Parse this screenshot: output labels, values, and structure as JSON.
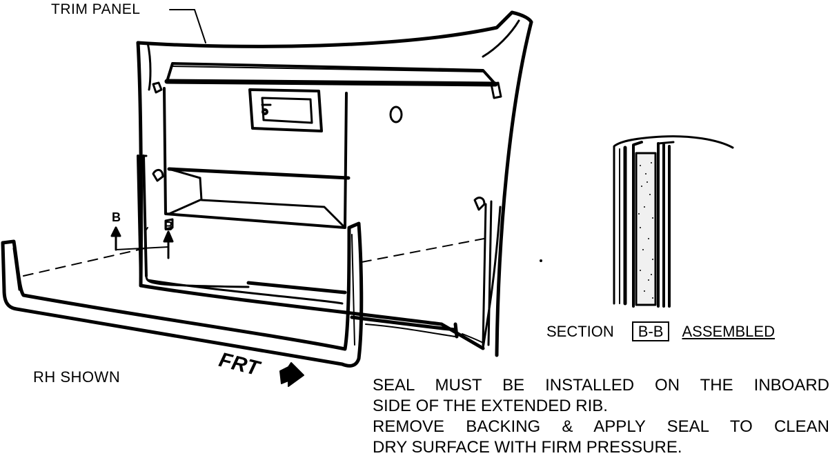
{
  "labels": {
    "trim_panel": "TRIM PANEL",
    "rh_shown": "RH SHOWN",
    "frt": "FRT",
    "b_left": "B",
    "b_right": "B"
  },
  "section": {
    "prefix": "SECTION",
    "view": "B-B",
    "suffix": "ASSEMBLED"
  },
  "note_lines": [
    "SEAL MUST BE INSTALLED ON THE INBOARD",
    "SIDE OF THE EXTENDED RIB.",
    "REMOVE BACKING & APPLY SEAL TO CLEAN",
    "DRY SURFACE WITH FIRM PRESSURE."
  ],
  "colors": {
    "ink": "#000000",
    "paper": "#ffffff"
  },
  "icons": {
    "front_arrow": "front-direction-arrow-icon",
    "section_arrow": "section-arrow-icon"
  }
}
